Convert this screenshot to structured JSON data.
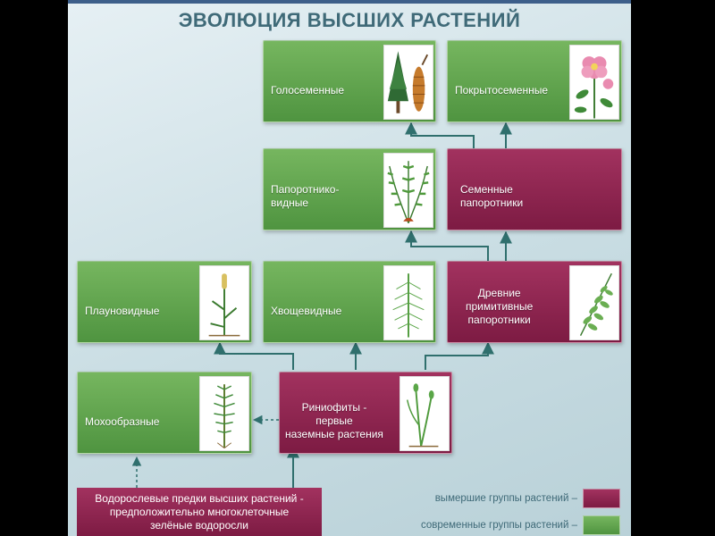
{
  "title": "ЭВОЛЮЦИЯ ВЫСШИХ РАСТЕНИЙ",
  "colors": {
    "extinct": "#8e2451",
    "modern": "#5aa148",
    "arrow": "#2f6f6d"
  },
  "nodes": {
    "gymnosperms": {
      "label": "Голосеменные",
      "icon": "conifer-cone-icon"
    },
    "angiosperms": {
      "label": "Покрытосеменные",
      "icon": "rose-flower-icon"
    },
    "ferns": {
      "label": "Папоротнико-\nвидные",
      "icon": "fern-icon"
    },
    "seed_ferns": {
      "label": "Семенные\nпапоротники"
    },
    "lycopods": {
      "label": "Плауновидные",
      "icon": "club-moss-icon"
    },
    "horsetails": {
      "label": "Хвощевидные",
      "icon": "horsetail-icon"
    },
    "ancient_ferns": {
      "label": "Древние\nпримитивные\nпапоротники",
      "icon": "fern-frond-icon"
    },
    "mosses": {
      "label": "Мохообразные",
      "icon": "moss-icon"
    },
    "rhyniophytes": {
      "label": "Риниофиты -\nпервые\nназемные растения",
      "icon": "rhynia-icon"
    }
  },
  "ancestor": {
    "label": "Водорослевые предки высших растений -\nпредположительно многоклеточные\nзелёные водоросли"
  },
  "legend": {
    "extinct": "вымершие группы растений –",
    "modern": "современные группы растений –"
  }
}
